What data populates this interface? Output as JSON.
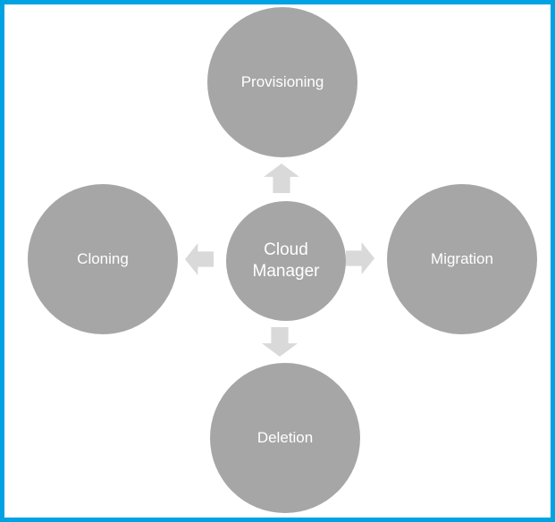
{
  "diagram": {
    "type": "hub-and-spoke",
    "center": {
      "label_line1": "Cloud",
      "label_line2": "Manager"
    },
    "nodes": [
      {
        "id": "provisioning",
        "label": "Provisioning",
        "position": "top"
      },
      {
        "id": "migration",
        "label": "Migration",
        "position": "right"
      },
      {
        "id": "deletion",
        "label": "Deletion",
        "position": "bottom"
      },
      {
        "id": "cloning",
        "label": "Cloning",
        "position": "left"
      }
    ],
    "arrows": [
      {
        "id": "arrow-up",
        "direction": "up",
        "from": "Cloud Manager",
        "to": "Provisioning"
      },
      {
        "id": "arrow-right",
        "direction": "right",
        "from": "Cloud Manager",
        "to": "Migration"
      },
      {
        "id": "arrow-down",
        "direction": "down",
        "from": "Cloud Manager",
        "to": "Deletion"
      },
      {
        "id": "arrow-left",
        "direction": "left",
        "from": "Cloud Manager",
        "to": "Cloning"
      }
    ],
    "colors": {
      "node_fill": "#a6a6a6",
      "arrow_fill": "#d9d9d9",
      "frame_border": "#00a3e2",
      "text": "#ffffff",
      "background": "#ffffff"
    }
  }
}
